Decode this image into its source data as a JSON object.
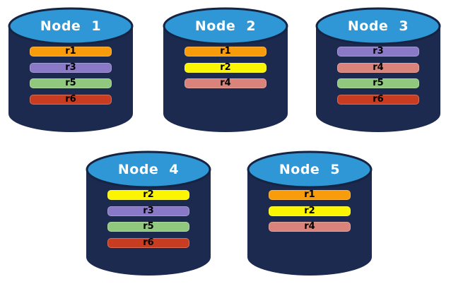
{
  "diagram": {
    "description_colors": {
      "cylinder_body": "#1B2A4E",
      "cylinder_top": "#2F97D5",
      "cylinder_top_border": "#152443",
      "node_label_text": "#FFFFFF",
      "replica_label_text": "#000000",
      "background": "#FFFFFF"
    },
    "replica_colors": {
      "r1": "#F99C0C",
      "r2": "#FBF502",
      "r3": "#8979C6",
      "r4": "#D9837A",
      "r5": "#90C97E",
      "r6": "#C83C22"
    },
    "nodes": [
      {
        "label": "Node 1",
        "replicas": [
          {
            "label": "r1",
            "color": "#F99C0C"
          },
          {
            "label": "r3",
            "color": "#8979C6"
          },
          {
            "label": "r5",
            "color": "#90C97E"
          },
          {
            "label": "r6",
            "color": "#C83C22"
          }
        ]
      },
      {
        "label": "Node 2",
        "replicas": [
          {
            "label": "r1",
            "color": "#F99C0C"
          },
          {
            "label": "r2",
            "color": "#FBF502"
          },
          {
            "label": "r4",
            "color": "#D9837A"
          }
        ]
      },
      {
        "label": "Node 3",
        "replicas": [
          {
            "label": "r3",
            "color": "#8979C6"
          },
          {
            "label": "r4",
            "color": "#D9837A"
          },
          {
            "label": "r5",
            "color": "#90C97E"
          },
          {
            "label": "r6",
            "color": "#C83C22"
          }
        ]
      },
      {
        "label": "Node 4",
        "replicas": [
          {
            "label": "r2",
            "color": "#FBF502"
          },
          {
            "label": "r3",
            "color": "#8979C6"
          },
          {
            "label": "r5",
            "color": "#90C97E"
          },
          {
            "label": "r6",
            "color": "#C83C22"
          }
        ]
      },
      {
        "label": "Node 5",
        "replicas": [
          {
            "label": "r1",
            "color": "#F99C0C"
          },
          {
            "label": "r2",
            "color": "#FBF502"
          },
          {
            "label": "r4",
            "color": "#D9837A"
          }
        ]
      }
    ]
  }
}
